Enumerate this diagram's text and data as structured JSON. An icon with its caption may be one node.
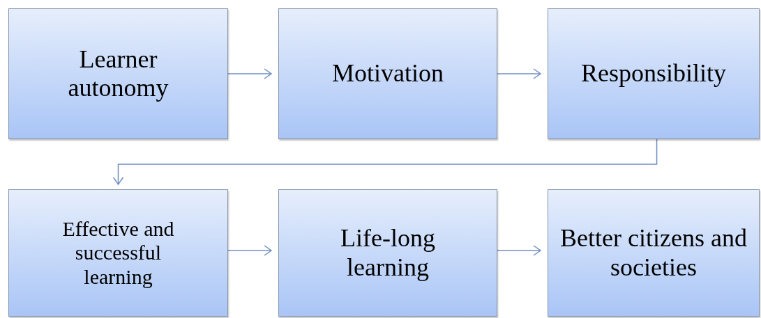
{
  "diagram": {
    "nodes": [
      {
        "text": [
          "Learner autonomy"
        ]
      },
      {
        "text": [
          "Motivation"
        ]
      },
      {
        "text": [
          "Responsibility"
        ]
      },
      {
        "text": [
          "Effective and successful learning"
        ]
      },
      {
        "text": [
          "Life-long learning"
        ]
      },
      {
        "text": [
          "Better citizens and societies"
        ]
      }
    ],
    "edges": [
      {
        "from": 0,
        "to": 1,
        "arrow": "to"
      },
      {
        "from": 1,
        "to": 2,
        "arrow": "to"
      },
      {
        "from": 2,
        "to": 3,
        "arrow": "to"
      },
      {
        "from": 3,
        "to": 4,
        "arrow": "to"
      },
      {
        "from": 4,
        "to": 5,
        "arrow": "to"
      }
    ]
  }
}
